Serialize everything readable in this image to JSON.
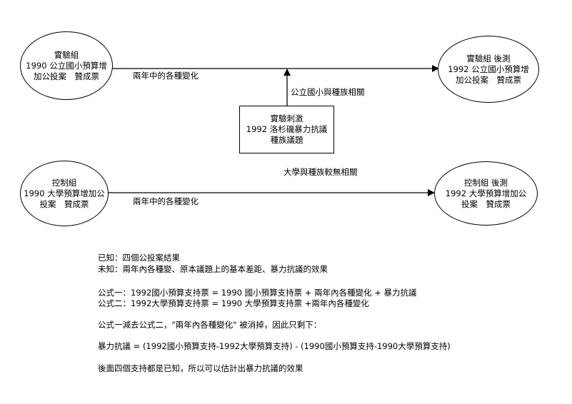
{
  "diagram": {
    "experimental_pre": "實驗組\n1990 公立國小預算增\n加公投案　贊成票",
    "experimental_post": "實驗組 後測\n1992 公立國小預算增\n加公投案　贊成票",
    "stimulus": "實驗刺激\n1992 洛杉磯暴力抗議\n種族議題",
    "control_pre": "控制組\n1990 大學預算增加公\n投案　贊成票",
    "control_post": "控制組 後測\n1992 大學預算增加公\n投案　贊成票",
    "label_top_edge": "兩年中的各種變化",
    "label_stimulus_edge": "公立國小與種族相關",
    "label_university": "大學與種族較無相關",
    "label_bottom_edge": "兩年中的各種變化"
  },
  "notes": {
    "known": "已知：四個公投案結果",
    "unknown": "未知：兩年內各種變、原本議題上的基本差距、暴力抗議的效果",
    "formula1": "公式一：1992國小預算支持票 =  1990 國小預算支持票 + 兩年內各種變化 + 暴力抗議",
    "formula2": "公式二：1992大學預算支持票 = 1990 大學預算支持票 +兩年內各種變化",
    "subtract": "公式一減去公式二，\"兩年內各種變化\" 被消掉，因此只剩下：",
    "result": "暴力抗議 = (1992國小預算支持-1992大學預算支持) - (1990國小預算支持-1990大學預算支持)",
    "conclusion": "後面四個支持都是已知，所以可以估計出暴力抗議的效果"
  }
}
